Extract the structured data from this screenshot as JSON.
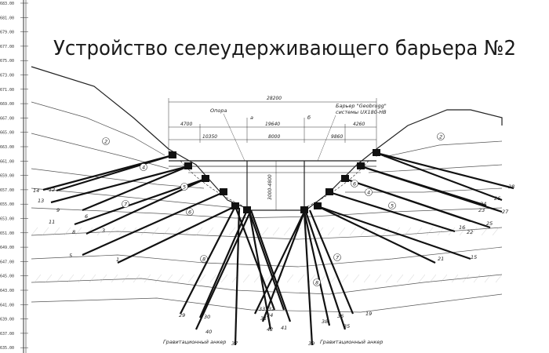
{
  "title": "Устройство селеудерживающего барьера №2",
  "elevations": [
    "683.00",
    "681.00",
    "679.00",
    "677.00",
    "675.00",
    "673.00",
    "671.00",
    "669.00",
    "667.00",
    "665.00",
    "663.00",
    "661.00",
    "659.00",
    "657.00",
    "655.00",
    "653.00",
    "651.00",
    "649.00",
    "647.00",
    "645.00",
    "643.00",
    "641.00",
    "639.00",
    "637.00",
    "635.00"
  ],
  "dimensions": {
    "total": "28200",
    "left_span": "4700",
    "inner_span": "19640",
    "right_span": "4260",
    "left_sub": "10350",
    "mid_sub": "8000",
    "right_sub": "9860",
    "height": "3000-4800"
  },
  "axis_marks": {
    "left": "a",
    "right": "б"
  },
  "labels": {
    "support": "Опора",
    "barrier_line1": "Барьер \"Geobrugg\"",
    "barrier_line2": "системы UX180-HB",
    "gravity_anchor_left": "Гравитационный анкер",
    "gravity_anchor_right": "Гравитационный анкер"
  },
  "anchor_numbers_left": [
    "14",
    "12",
    "13",
    "9",
    "11",
    "6",
    "8",
    "3",
    "5",
    "1",
    "29",
    "30",
    "40",
    "42",
    "41",
    "31",
    "33",
    "34",
    "32",
    "37"
  ],
  "anchor_numbers_right": [
    "28",
    "26",
    "24",
    "27",
    "23",
    "25",
    "22",
    "16",
    "21",
    "15",
    "19",
    "36",
    "35",
    "39",
    "38"
  ],
  "layer_marks": [
    "2",
    "2",
    "4",
    "4",
    "5",
    "5",
    "6",
    "6",
    "7",
    "7",
    "8",
    "8"
  ]
}
